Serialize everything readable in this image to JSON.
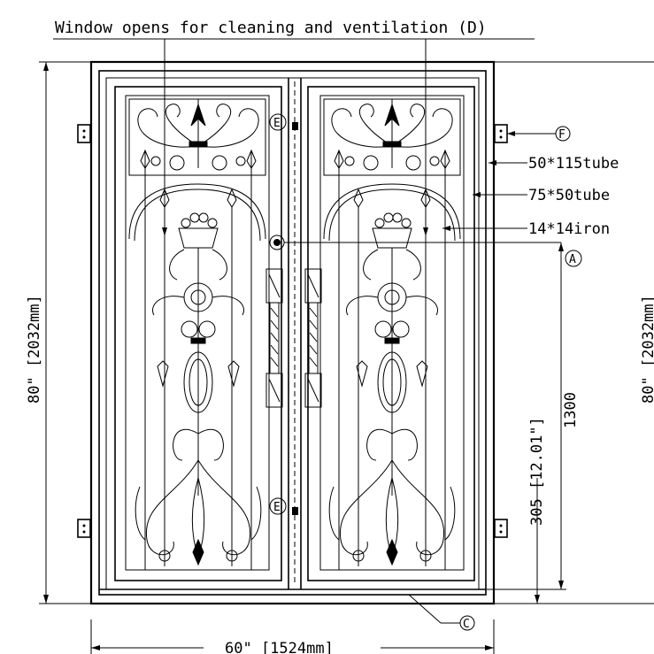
{
  "title": "Window opens for cleaning and ventilation (D)",
  "dimensions": {
    "left_height": "80\" [2032mm]",
    "right_height": "80\" [2032mm]",
    "bottom_width": "60\" [1524mm]",
    "handle_height": "1300",
    "lower_height": "305 [12.01\"]"
  },
  "callouts": {
    "tube_outer": "50*115tube",
    "tube_inner": "75*50tube",
    "iron": "14*14iron",
    "marker_a": "A",
    "marker_c": "C",
    "marker_e_top": "E",
    "marker_e_bottom": "E",
    "marker_f": "F"
  }
}
